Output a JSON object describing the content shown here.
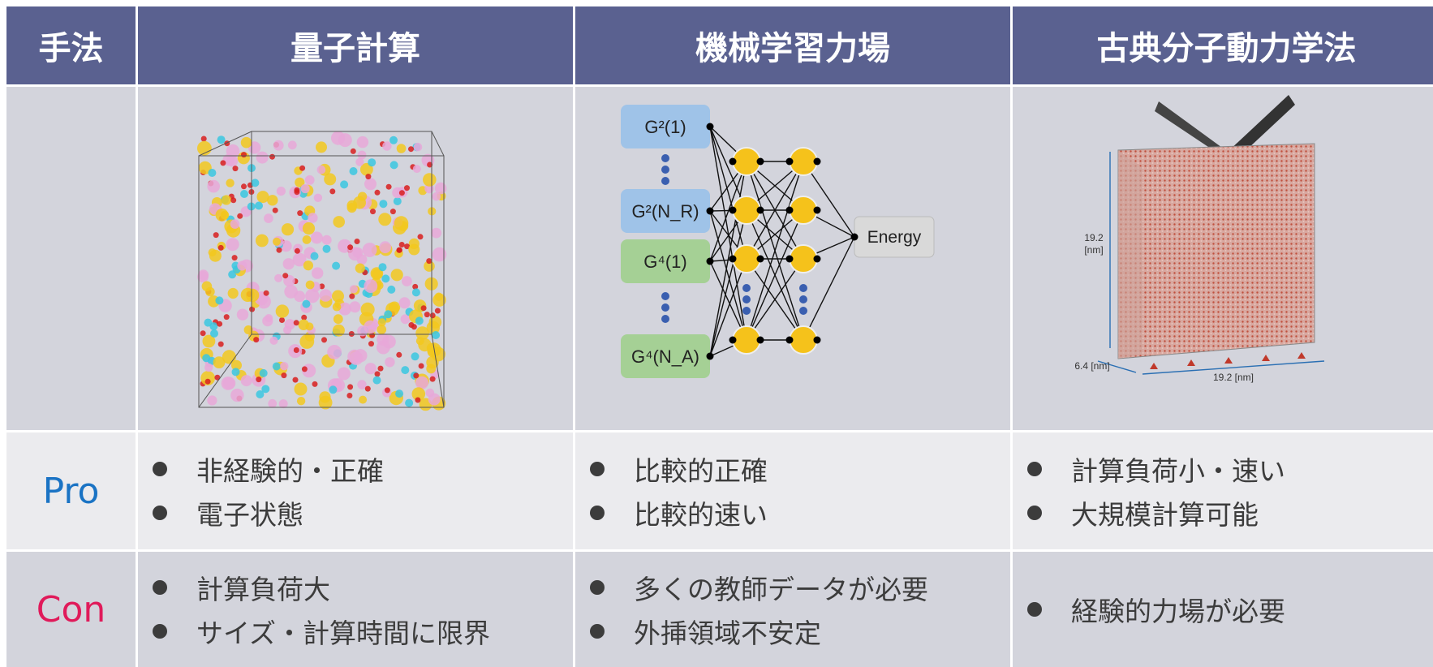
{
  "headers": {
    "method": "手法",
    "quantum": "量子計算",
    "ml": "機械学習力場",
    "classical": "古典分子動力学法"
  },
  "row_labels": {
    "pro": "Pro",
    "con": "Con"
  },
  "pro": {
    "quantum": [
      "非経験的・正確",
      "電子状態"
    ],
    "ml": [
      "比較的正確",
      "比較的速い"
    ],
    "classical": [
      "計算負荷小・速い",
      "大規模計算可能"
    ]
  },
  "con": {
    "quantum": [
      "計算負荷大",
      "サイズ・計算時間に限界"
    ],
    "ml": [
      "多くの教師データが必要",
      "外挿領域不安定"
    ],
    "classical": [
      "経験的力場が必要"
    ]
  },
  "nn_diagram": {
    "inputs": [
      "G²(1)",
      "G²(N_R)",
      "G⁴(1)",
      "G⁴(N_A)"
    ],
    "output": "Energy"
  },
  "md_diagram": {
    "height_label": "19.2",
    "height_unit": "[nm]",
    "depth_label": "6.4 [nm]",
    "width_label": "19.2 [nm]"
  },
  "colors": {
    "header_bg": "#5a6190",
    "pro_color": "#1a73c4",
    "con_color": "#e01a5a",
    "input_blue": "#9fc3e8",
    "input_green": "#a5d095",
    "neuron": "#f5c21b"
  }
}
